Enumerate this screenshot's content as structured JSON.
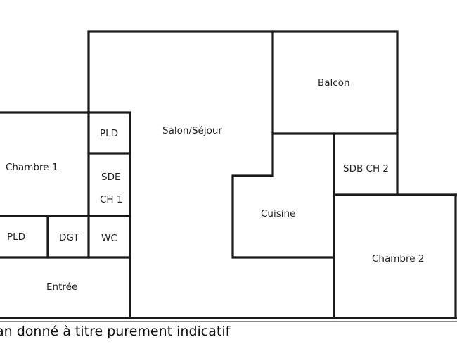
{
  "rooms": {
    "salon": "Salon/Séjour",
    "balcon": "Balcon",
    "chambre1": "Chambre 1",
    "pld_top": "PLD",
    "sde_line1": "SDE",
    "sde_line2": "CH 1",
    "pld_bottom": "PLD",
    "dgt": "DGT",
    "wc": "WC",
    "entree": "Entrée",
    "cuisine": "Cuisine",
    "sdb": "SDB CH 2",
    "chambre2": "Chambre 2"
  },
  "caption": "an donné à titre purement indicatif"
}
